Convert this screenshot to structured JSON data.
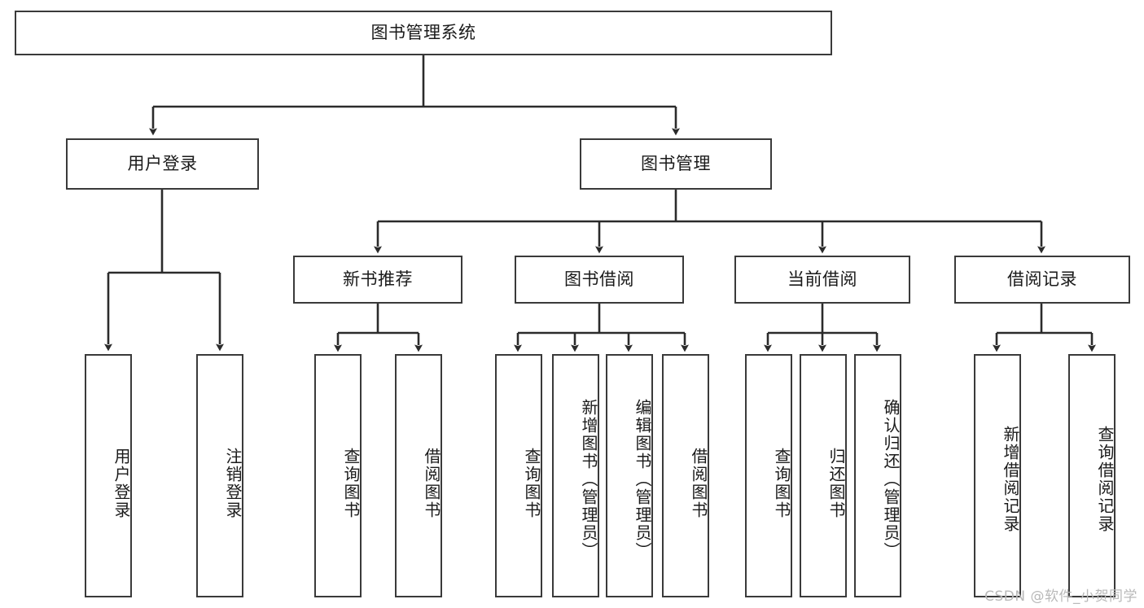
{
  "diagram": {
    "title": "图书管理系统",
    "type": "tree-hierarchy-chart",
    "colors": {
      "box_border": "#3a3a3a",
      "box_fill": "#ffffff",
      "edge": "#2b2b2b",
      "text": "#1a1a1a",
      "watermark": "#b9b9b9",
      "background": "#ffffff"
    },
    "nodes": {
      "root": {
        "label": "图书管理系统"
      },
      "level2": [
        {
          "id": "user-login",
          "label": "用户登录"
        },
        {
          "id": "book-manage",
          "label": "图书管理"
        }
      ],
      "level3": [
        {
          "id": "new-book-recommend",
          "label": "新书推荐"
        },
        {
          "id": "book-borrow",
          "label": "图书借阅"
        },
        {
          "id": "current-borrow",
          "label": "当前借阅"
        },
        {
          "id": "borrow-record",
          "label": "借阅记录"
        }
      ],
      "leaves": {
        "user-login": [
          {
            "id": "leaf-user-login",
            "label": "用户登录"
          },
          {
            "id": "leaf-logout-login",
            "label": "注销登录"
          }
        ],
        "new-book-recommend": [
          {
            "id": "leaf-query-book-1",
            "label": "查询图书"
          },
          {
            "id": "leaf-borrow-book-1",
            "label": "借阅图书"
          }
        ],
        "book-borrow": [
          {
            "id": "leaf-query-book-2",
            "label": "查询图书"
          },
          {
            "id": "leaf-add-book",
            "label": "新增图书（管理员）"
          },
          {
            "id": "leaf-edit-book",
            "label": "编辑图书（管理员）"
          },
          {
            "id": "leaf-borrow-book-2",
            "label": "借阅图书"
          }
        ],
        "current-borrow": [
          {
            "id": "leaf-query-book-3",
            "label": "查询图书"
          },
          {
            "id": "leaf-return-book",
            "label": "归还图书"
          },
          {
            "id": "leaf-confirm-return",
            "label": "确认归还（管理员）"
          }
        ],
        "borrow-record": [
          {
            "id": "leaf-add-record",
            "label": "新增借阅记录"
          },
          {
            "id": "leaf-query-record",
            "label": "查询借阅记录"
          }
        ]
      }
    },
    "watermark": "CSDN @软件_小贺同学"
  }
}
